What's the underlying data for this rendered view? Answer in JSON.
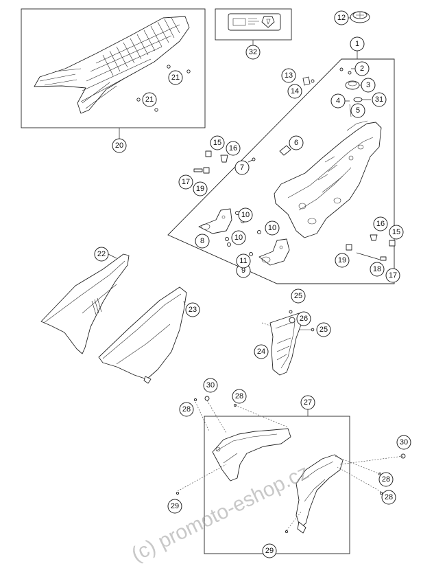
{
  "callouts": {
    "c1": "1",
    "c2": "2",
    "c3": "3",
    "c4": "4",
    "c5": "5",
    "c6": "6",
    "c7": "7",
    "c8": "8",
    "c9": "9",
    "c10a": "10",
    "c10b": "10",
    "c10c": "10",
    "c11": "11",
    "c12": "12",
    "c13": "13",
    "c14": "14",
    "c15a": "15",
    "c15b": "15",
    "c16a": "16",
    "c16b": "16",
    "c17a": "17",
    "c17b": "17",
    "c18": "18",
    "c19a": "19",
    "c19b": "19",
    "c20": "20",
    "c21a": "21",
    "c21b": "21",
    "c22": "22",
    "c23": "23",
    "c24": "24",
    "c25a": "25",
    "c25b": "25",
    "c26": "26",
    "c27": "27",
    "c28a": "28",
    "c28b": "28",
    "c28c": "28",
    "c28d": "28",
    "c29a": "29",
    "c29b": "29",
    "c30a": "30",
    "c30b": "30",
    "c31": "31",
    "c32": "32"
  },
  "watermark": "(c) promoto-eshop.cz",
  "colors": {
    "line": "#222222",
    "watermark": "#9a9a9a",
    "background": "#ffffff"
  }
}
